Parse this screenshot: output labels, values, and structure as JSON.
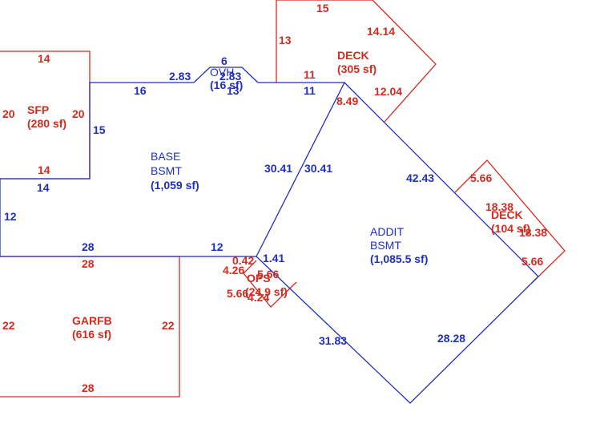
{
  "colors": {
    "blue": "#1f2fbf",
    "red": "#d42a1f",
    "background": "#ffffff"
  },
  "areas": {
    "base": {
      "name1": "BASE",
      "name2": "BSMT",
      "area": "(1,059 sf)"
    },
    "addit": {
      "name1": "ADDIT",
      "name2": "BSMT",
      "area": "(1,085.5 sf)"
    },
    "ovh": {
      "name": "OVH",
      "area": "(16 sf)"
    },
    "sfp": {
      "name": "SFP",
      "area": "(280 sf)"
    },
    "deck_top": {
      "name": "DECK",
      "area": "(305 sf)"
    },
    "deck_right": {
      "name": "DECK",
      "area": "(104 sf)"
    },
    "garfb": {
      "name": "GARFB",
      "area": "(616 sf)"
    },
    "ops": {
      "name": "OPS",
      "area": "(24.9 sf)"
    }
  },
  "dimensions": {
    "base_top_16": "16",
    "base_ovh_283": "2.83",
    "ovh_6": "6",
    "ovh_283b": "2.83",
    "ovh_13": "13",
    "base_11": "11",
    "base_diag_3041": "30.41",
    "base_left_15": "15",
    "base_14": "14",
    "base_left_12": "12",
    "base_bottom_28": "28",
    "base_bottom_12": "12",
    "addit_diag_3041": "30.41",
    "addit_4243": "42.43",
    "addit_141": "1.41",
    "addit_3183": "31.83",
    "addit_2828": "28.28",
    "sfp_top_14": "14",
    "sfp_left_20": "20",
    "sfp_right_20": "20",
    "sfp_bottom_14": "14",
    "deck_15": "15",
    "deck_13": "13",
    "deck_1414": "14.14",
    "deck_11": "11",
    "deck_849": "8.49",
    "deck_1204": "12.04",
    "deck2_566a": "5.66",
    "deck2_1838a": "18.38",
    "deck2_1838b": "18.38",
    "deck2_566b": "5.66",
    "gar_top_28": "28",
    "gar_left_22": "22",
    "gar_right_22": "22",
    "gar_bottom_28": "28",
    "ops_042": "0.42",
    "ops_426": "4.26",
    "ops_566a": "5.66",
    "ops_566b": "5.66",
    "ops_424": "4.24"
  }
}
